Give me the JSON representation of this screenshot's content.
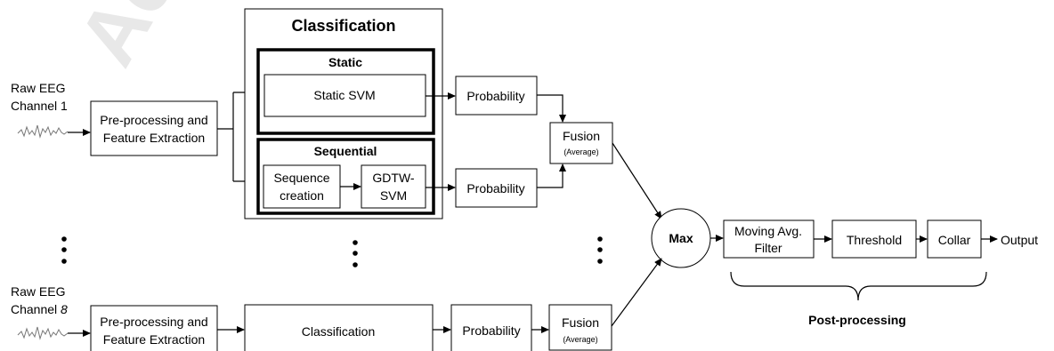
{
  "watermark": "Ac",
  "inputs": {
    "ch1_line1": "Raw EEG",
    "ch1_line2": "Channel 1",
    "ch8_line1": "Raw EEG",
    "ch8_line2_prefix": "Channel ",
    "ch8_line2_num": "8"
  },
  "preprocess": {
    "line1": "Pre-processing and",
    "line2": "Feature Extraction"
  },
  "classification": {
    "title": "Classification",
    "static_title": "Static",
    "static_svm": "Static SVM",
    "sequential_title": "Sequential",
    "seq_creation_line1": "Sequence",
    "seq_creation_line2": "creation",
    "gdtw_line1": "GDTW-",
    "gdtw_line2": "SVM"
  },
  "probability": "Probability",
  "fusion": {
    "label": "Fusion",
    "sub": "(Average)"
  },
  "max": "Max",
  "post": {
    "filter_line1": "Moving Avg.",
    "filter_line2": "Filter",
    "threshold": "Threshold",
    "collar": "Collar",
    "output": "Output",
    "label": "Post-processing"
  }
}
